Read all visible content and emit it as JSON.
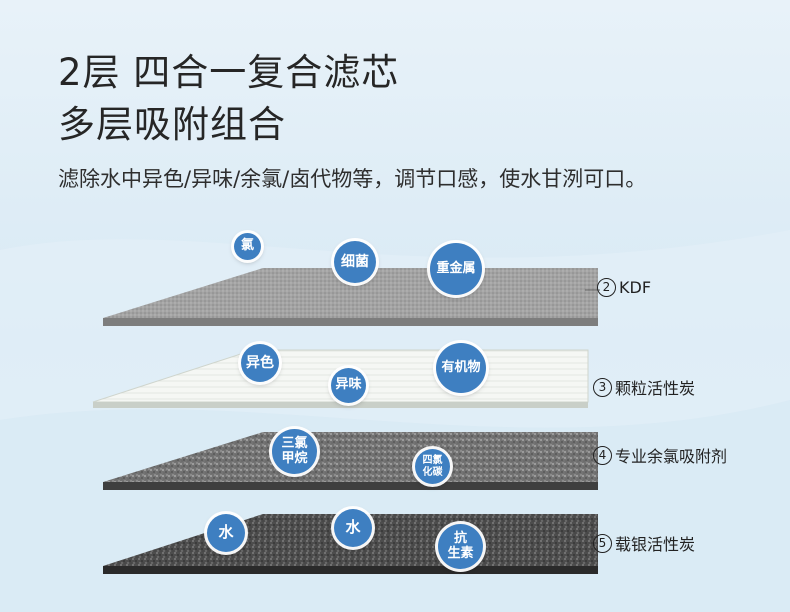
{
  "heading": {
    "line1": "2层 四合一复合滤芯",
    "line2": "多层吸附组合",
    "description": "滤除水中异色/异味/余氯/卤代物等，调节口感，使水甘洌可口。"
  },
  "layers": [
    {
      "number": "2",
      "name": "KDF",
      "fill_color": "#9a9a9a",
      "bubbles": [
        "氯",
        "细菌",
        "重金属"
      ]
    },
    {
      "number": "3",
      "name": "颗粒活性炭",
      "fill_color": "#f4f6f3",
      "bubbles": [
        "异色",
        "异味",
        "有机物"
      ]
    },
    {
      "number": "4",
      "name": "专业余氯吸附剂",
      "fill_color": "#6e6e6e",
      "bubbles": [
        "三氯\n甲烷",
        "四氯\n化碳"
      ]
    },
    {
      "number": "5",
      "name": "载银活性炭",
      "fill_color": "#4a4a4a",
      "bubbles": [
        "水",
        "水",
        "抗\n生素"
      ]
    }
  ],
  "colors": {
    "accent_bubble": "#3e7fc1",
    "background_top": "#e8f2f9",
    "background_bottom": "#dcecf6"
  }
}
